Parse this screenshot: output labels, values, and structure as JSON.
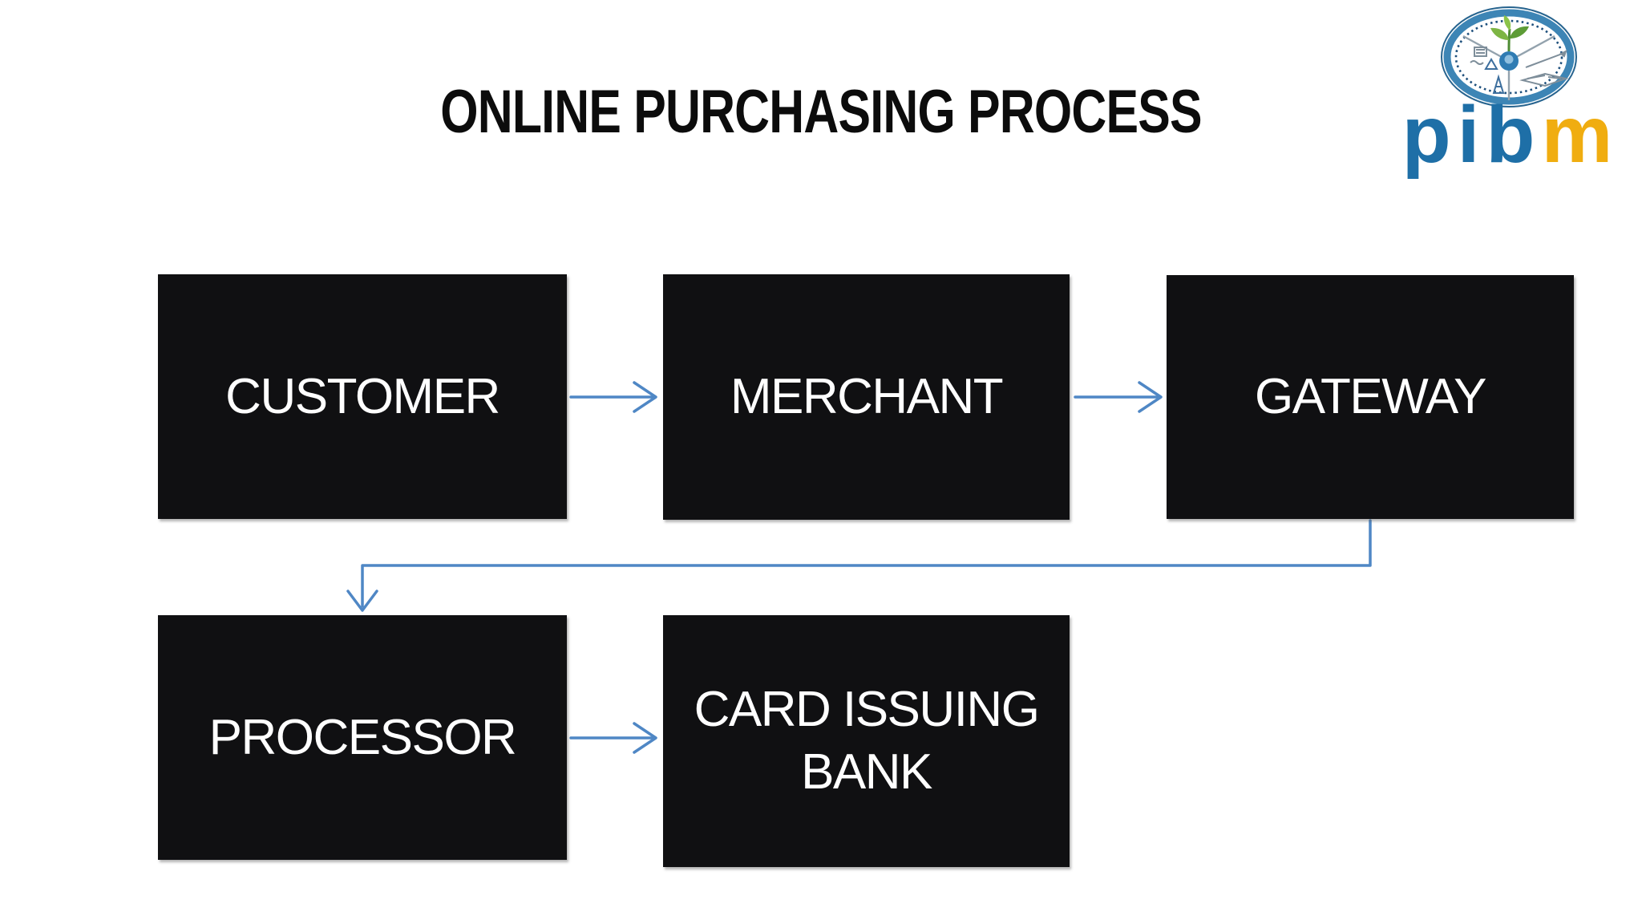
{
  "title": "ONLINE PURCHASING PROCESS",
  "logo": {
    "text_blue": "pib",
    "text_yellow": "m",
    "emblem": "pibm-institute-emblem"
  },
  "colors": {
    "background": "#ffffff",
    "box_fill": "#101012",
    "box_text": "#ffffff",
    "title_text": "#0c0c0c",
    "connector_blue": "#4f87c5",
    "logo_blue": "#1e6fa7",
    "logo_yellow": "#f0ad10",
    "emblem_ring_blue": "#3d85b5",
    "emblem_green": "#6aaa3c"
  },
  "diagram": {
    "type": "flowchart",
    "nodes": [
      {
        "id": "customer",
        "label": "CUSTOMER"
      },
      {
        "id": "merchant",
        "label": "MERCHANT"
      },
      {
        "id": "gateway",
        "label": "GATEWAY"
      },
      {
        "id": "processor",
        "label": "PROCESSOR"
      },
      {
        "id": "card-issuing-bank",
        "label": "CARD ISSUING BANK"
      }
    ],
    "edges": [
      {
        "from": "customer",
        "to": "merchant",
        "style": "straight-arrow"
      },
      {
        "from": "merchant",
        "to": "gateway",
        "style": "straight-arrow"
      },
      {
        "from": "gateway",
        "to": "processor",
        "style": "elbow-arrow"
      },
      {
        "from": "processor",
        "to": "card-issuing-bank",
        "style": "straight-arrow"
      }
    ]
  }
}
